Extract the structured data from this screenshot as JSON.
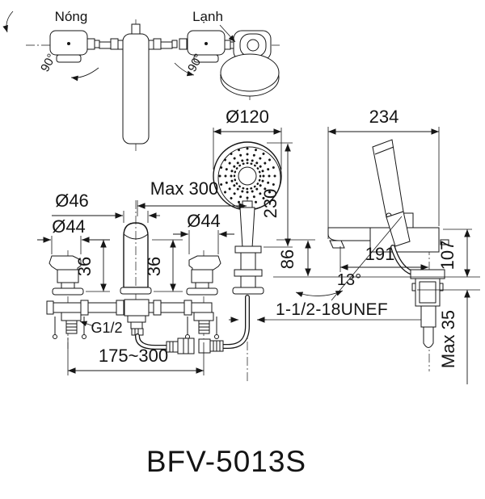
{
  "drawing": {
    "title": "BFV-5013S",
    "colors": {
      "line": "#161616",
      "background": "#ffffff"
    },
    "top_view": {
      "hot_label": "Nóng",
      "cold_label": "Lạnh",
      "rotation_left": "90°",
      "rotation_right": "90°"
    },
    "front_view": {
      "dim_head_diameter": "Ø120",
      "dim_max_reach": "Max 300",
      "dim_height": "230",
      "dim_spout_diameter": "Ø46",
      "dim_handle_left_diameter": "Ø44",
      "dim_handle_right_diameter": "Ø44",
      "dim_handle_left_height": "36",
      "dim_handle_right_height": "36",
      "dim_spout_height": "86",
      "thread_inlet": "G1/2",
      "dim_center_span": "175~300",
      "thread_holder": "1-1/2-18UNEF"
    },
    "side_view": {
      "dim_width": "234",
      "dim_reach": "191",
      "dim_angle": "13°",
      "dim_deck_height": "107",
      "dim_max_thickness": "Max 35"
    }
  }
}
